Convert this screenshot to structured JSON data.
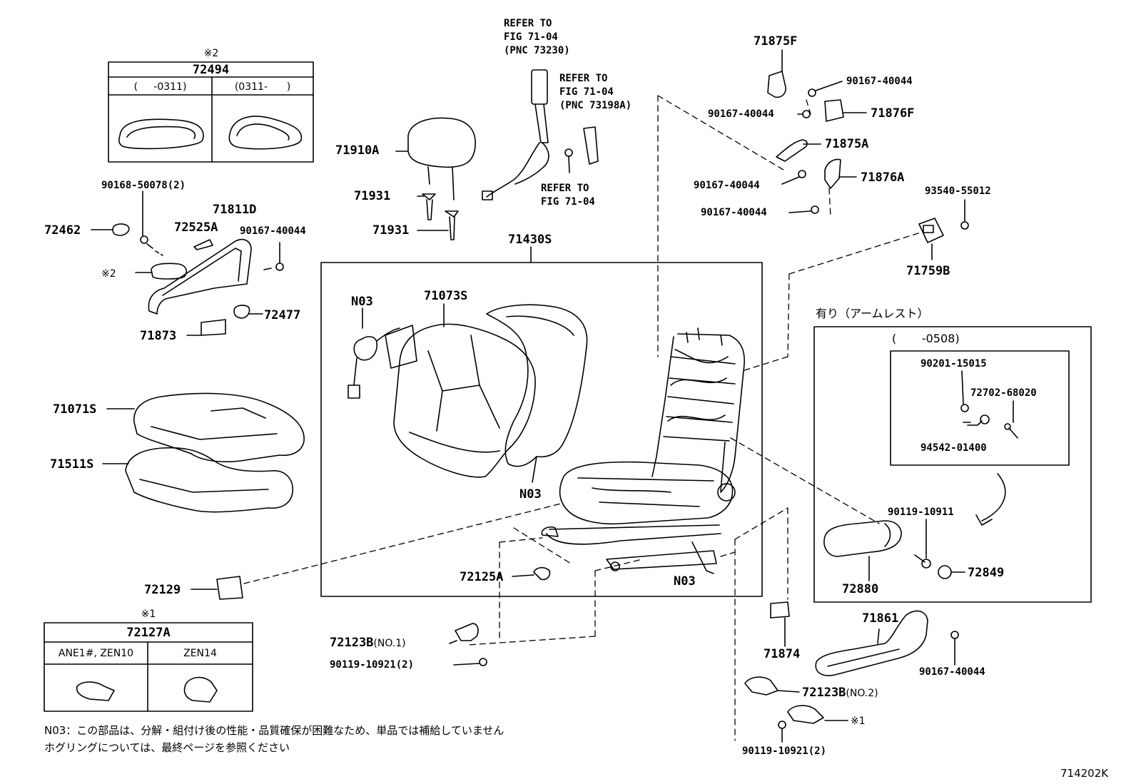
{
  "labels": {
    "p72494": "72494",
    "p72494_left": "(     -0311)",
    "p72494_right": "(0311-      )",
    "mark2_top": "※2",
    "mark2_left": "※2",
    "p90168": "90168-50078(2)",
    "p71811D": "71811D",
    "p72462": "72462",
    "p72525A": "72525A",
    "p90167_a": "90167-40044",
    "p72477": "72477",
    "p71873": "71873",
    "p71071S": "71071S",
    "p71511S": "71511S",
    "p72129": "72129",
    "mark1_top": "※1",
    "p72127A": "72127A",
    "p72127A_c1": "ANE1#, ZEN10",
    "p72127A_c2": "ZEN14",
    "ref1": "REFER TO\nFIG 71-04\n(PNC 73230)",
    "ref2": "REFER TO\nFIG 71-04\n(PNC 73198A)",
    "ref3": "REFER TO\nFIG 71-04",
    "p71910A": "71910A",
    "p71931a": "71931",
    "p71931b": "71931",
    "p71430S": "71430S",
    "n03_a": "N03",
    "p71073S": "71073S",
    "n03_b": "N03",
    "n03_c": "N03",
    "p72125A": "72125A",
    "p72123B_1": "72123B",
    "p72123B_1_suffix": "(NO.1)",
    "p90119_a": "90119-10921(2)",
    "p71875F": "71875F",
    "p90167_b": "90167-40044",
    "p90167_c": "90167-40044",
    "p71876F": "71876F",
    "p71875A": "71875A",
    "p90167_d": "90167-40044",
    "p71876A": "71876A",
    "p90167_e": "90167-40044",
    "p93540": "93540-55012",
    "p71759B": "71759B",
    "armrest": "有り（アームレスト）",
    "arm_range": "(       -0508)",
    "p90201": "90201-15015",
    "p72702": "72702-68020",
    "p94542": "94542-01400",
    "p90119_b": "90119-10911",
    "p72880": "72880",
    "p72849": "72849",
    "p71861": "71861",
    "p71874": "71874",
    "p90167_f": "90167-40044",
    "p72123B_2": "72123B",
    "p72123B_2_suffix": "(NO.2)",
    "mark1_right": "※1",
    "p90119_c": "90119-10921(2)"
  },
  "footer": {
    "note_line1": "N03：この部品は、分解・組付け後の性能・品質確保が困難なため、単品では補給していません",
    "note_line2": "ホグリングについては、最終ページを参照ください",
    "figure_id": "714202K"
  }
}
